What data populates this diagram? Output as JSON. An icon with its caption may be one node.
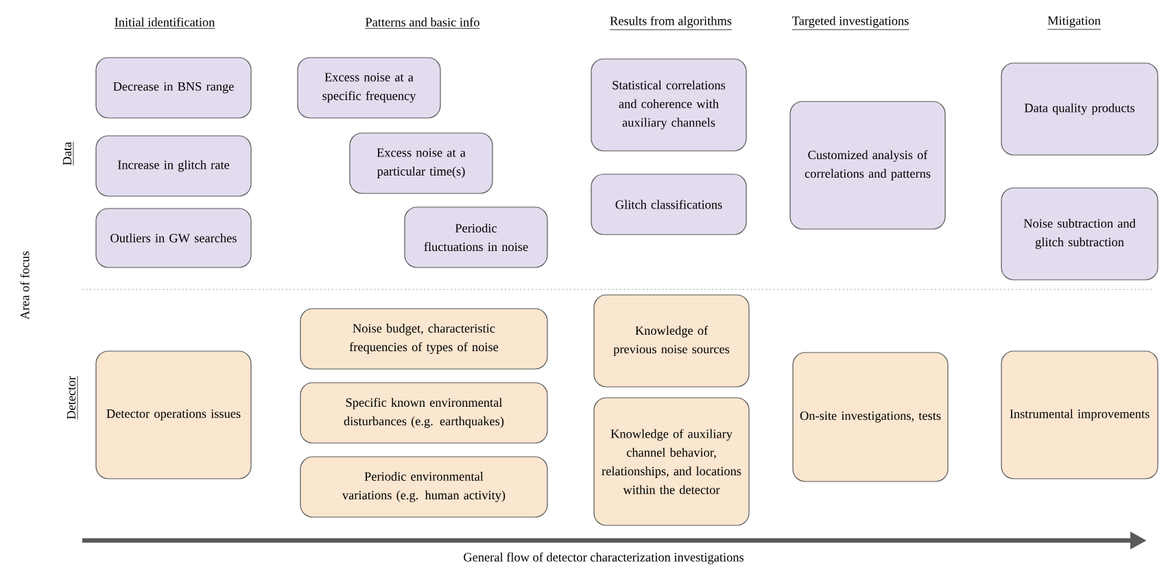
{
  "diagram": {
    "nodes": [
      {
        "text": [
          "Decrease in BNS range"
        ]
      },
      {
        "text": [
          "Increase in glitch rate"
        ]
      },
      {
        "text": [
          "Outliers in GW searches"
        ]
      },
      {
        "text": [
          "Excess noise at a specific frequency"
        ]
      },
      {
        "text": [
          "Excess noise at a particular time(s)"
        ]
      },
      {
        "text": [
          "Periodic fluctuations in noise"
        ]
      },
      {
        "text": [
          "Statistical correlations and coherence with auxiliary channels"
        ]
      },
      {
        "text": [
          "Glitch classifications"
        ]
      },
      {
        "text": [
          "Customized analysis of correlations and patterns"
        ]
      },
      {
        "text": [
          "Data quality products"
        ]
      },
      {
        "text": [
          "Noise subtraction and glitch subtraction"
        ]
      },
      {
        "text": [
          "Detector operations issues"
        ]
      },
      {
        "text": [
          "Noise budget, characteristic frequencies of types of noise"
        ]
      },
      {
        "text": [
          "Specific known environmental disturbances (e.g. earthquakes)"
        ]
      },
      {
        "text": [
          "Periodic environmental variations (e.g. human activity)"
        ]
      },
      {
        "text": [
          "Knowledge of previous noise sources"
        ]
      },
      {
        "text": [
          "Knowledge of auxiliary channel behavior, relationships, and locations within the detector"
        ]
      },
      {
        "text": [
          "On-site investigations, tests"
        ]
      },
      {
        "text": [
          "Instrumental improvements"
        ]
      }
    ],
    "labels": [
      "Initial identification",
      "Patterns and basic info",
      "Results from algorithms",
      "Targeted investigations",
      "Mitigation",
      "Data",
      "Area of focus",
      "Detector",
      "General flow of detector characterization investigations"
    ]
  }
}
